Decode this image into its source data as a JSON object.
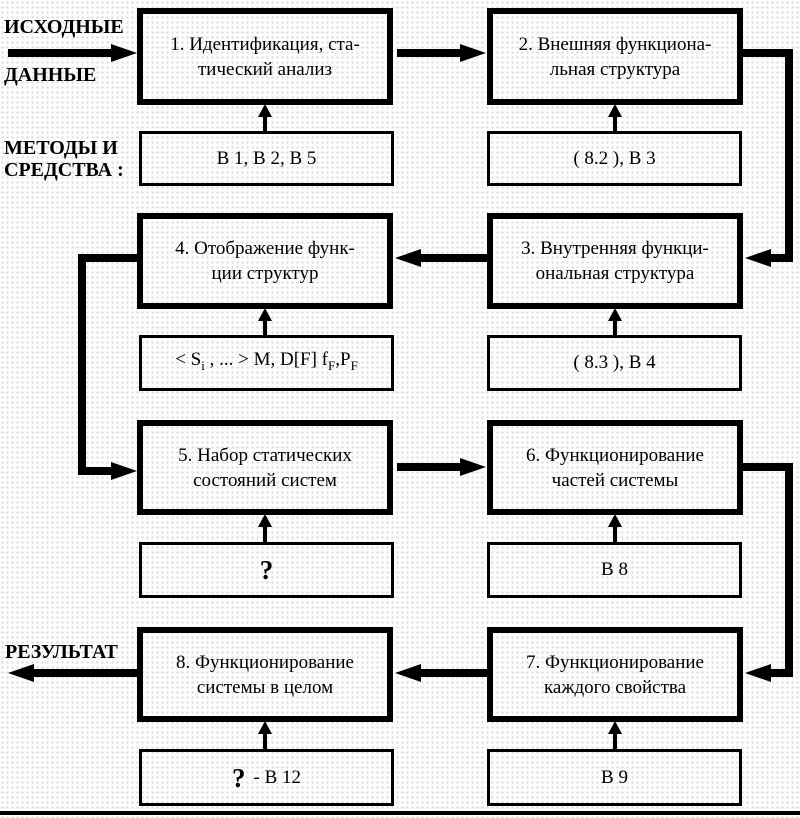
{
  "labels": {
    "input_top": "ИСХОДНЫЕ",
    "input_bottom": "ДАННЫЕ",
    "methods_top": "МЕТОДЫ И",
    "methods_bottom": "СРЕДСТВА :",
    "result": "РЕЗУЛЬТАТ"
  },
  "stages": {
    "s1": {
      "line1": "1. Идентификация, ста-",
      "line2": "тический анализ"
    },
    "s2": {
      "line1": "2. Внешняя функциона-",
      "line2": "льная структура"
    },
    "s3": {
      "line1": "3. Внутренняя функци-",
      "line2": "ональная структура"
    },
    "s4": {
      "line1": "4. Отображение функ-",
      "line2": "ции структур"
    },
    "s5": {
      "line1": "5. Набор статических",
      "line2": "состояний систем"
    },
    "s6": {
      "line1": "6. Функционирование",
      "line2": "частей системы"
    },
    "s7": {
      "line1": "7. Функционирование",
      "line2": "каждого свойства"
    },
    "s8": {
      "line1": "8. Функционирование",
      "line2": "системы в целом"
    }
  },
  "methods": {
    "m1": "В 1, В 2, В 5",
    "m2": "( 8.2 ), В 3",
    "m3": "( 8.3 ), В 4",
    "m4": {
      "p1": "< S",
      "sub1": "i",
      "p2": " , ... > M, D[F] f",
      "sub2": "F",
      "p3": ",P",
      "sub3": "F"
    },
    "m5": {
      "q": "?"
    },
    "m6": "В 8",
    "m7": "В 9",
    "m8": {
      "q": "?",
      "rest": "- В 12"
    }
  },
  "colors": {
    "line": "#000000",
    "background": "#fdfdfd",
    "dot": "#dadada"
  }
}
